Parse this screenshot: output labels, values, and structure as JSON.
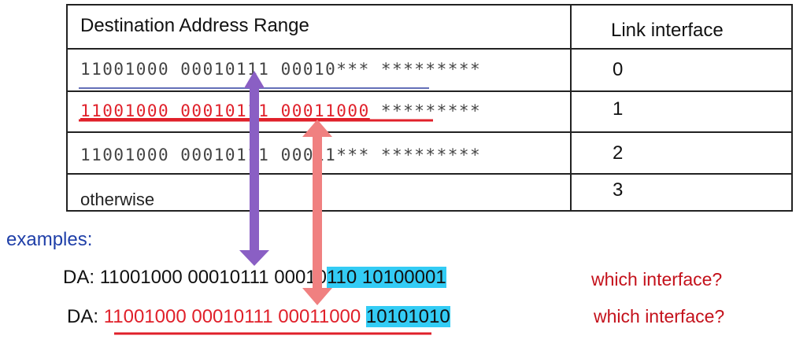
{
  "table": {
    "header": {
      "range": "Destination Address Range",
      "interface": "Link interface"
    },
    "rows": [
      {
        "range": "11001000 00010111 00010*** *********",
        "interface": "0"
      },
      {
        "range": "11001000 00010111 00011000",
        "range_tail": " *********",
        "interface": "1"
      },
      {
        "range": "11001000 00010111 00011*** *********",
        "interface": "2"
      },
      {
        "range": "otherwise",
        "interface": "3"
      }
    ]
  },
  "examples": {
    "label": "examples:",
    "da1": {
      "prefix": "DA: ",
      "plain": "11001000 00010111 00010",
      "highlight": "110 10100001",
      "question": "which interface?"
    },
    "da2": {
      "prefix": "DA: ",
      "red": "11001000 00010111 00011000",
      "highlight": "10101010",
      "question": "which interface?"
    }
  },
  "colors": {
    "purple_arrow": "#8a5fc4",
    "red_arrow": "#f08080",
    "red_text": "#e0202a",
    "highlight": "#33ccf5",
    "question": "#c4111b",
    "examples_label": "#1f3fa8"
  }
}
